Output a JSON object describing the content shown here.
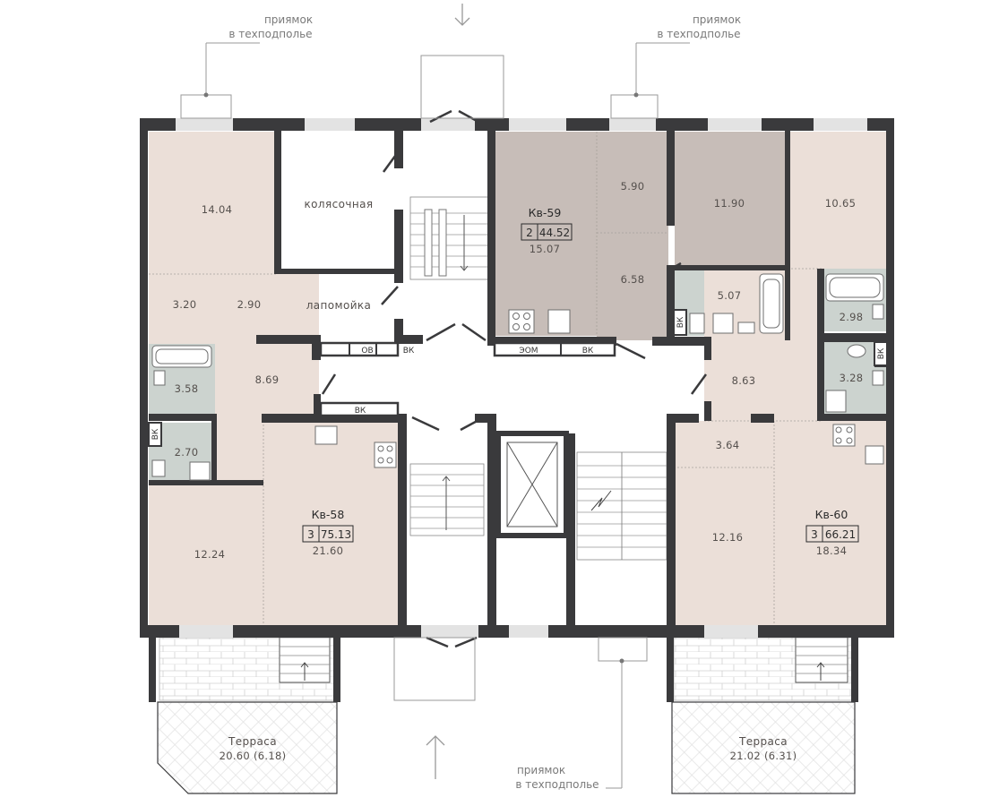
{
  "notes": {
    "pit_line1": "приямок",
    "pit_line2": "в техподполье"
  },
  "rooms": {
    "stroller": "колясочная",
    "pawwash": "лапомойка"
  },
  "utility": {
    "ov": "ОВ",
    "vk": "ВК",
    "eom": "ЭОМ"
  },
  "apartments": {
    "kv58": {
      "name": "Кв-58",
      "rooms": "3",
      "total": "75.13",
      "main": "21.60"
    },
    "kv59": {
      "name": "Кв-59",
      "rooms": "2",
      "total": "44.52",
      "main": "15.07"
    },
    "kv60": {
      "name": "Кв-60",
      "rooms": "3",
      "total": "66.21",
      "main": "18.34"
    }
  },
  "areas": {
    "a1404": "14.04",
    "a320": "3.20",
    "a290": "2.90",
    "a358": "3.58",
    "a869": "8.69",
    "a270": "2.70",
    "a1224": "12.24",
    "a590": "5.90",
    "a658": "6.58",
    "a1190": "11.90",
    "a507": "5.07",
    "a1065": "10.65",
    "a298": "2.98",
    "a328": "3.28",
    "a863": "8.63",
    "a364": "3.64",
    "a1216": "12.16"
  },
  "terraces": {
    "left": {
      "name": "Терраса",
      "area": "20.60 (6.18)"
    },
    "right": {
      "name": "Терраса",
      "area": "21.02 (6.31)"
    }
  },
  "colors": {
    "wall": "#3a3a3c",
    "beige": "#ebdfd8",
    "taupe": "#c7bdb8",
    "wet": "#ccd3cf",
    "window": "#e3e3e3"
  }
}
